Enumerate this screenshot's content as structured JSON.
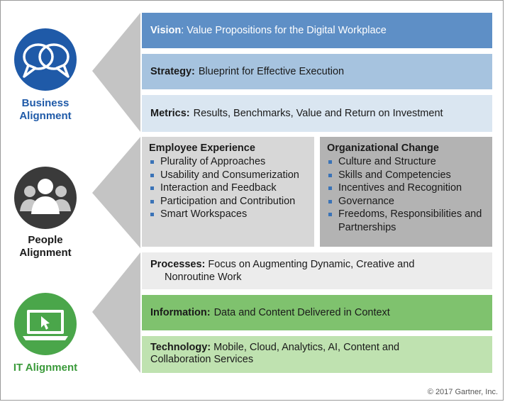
{
  "business": {
    "label_line1": "Business",
    "label_line2": "Alignment",
    "vision": {
      "title": "Vision",
      "text": ": Value Propositions for the Digital Workplace"
    },
    "strategy": {
      "title": "Strategy:",
      "text": "Blueprint for Effective Execution"
    },
    "metrics": {
      "title": "Metrics:",
      "text": "Results, Benchmarks, Value and Return on Investment"
    }
  },
  "people": {
    "label_line1": "People",
    "label_line2": "Alignment",
    "employee_experience": {
      "title": "Employee Experience",
      "items": [
        "Plurality of Approaches",
        "Usability and Consumerization",
        "Interaction and Feedback",
        "Participation and Contribution",
        "Smart Workspaces"
      ]
    },
    "organizational_change": {
      "title": "Organizational Change",
      "items": [
        "Culture and Structure",
        "Skills and Competencies",
        "Incentives and Recognition",
        "Governance",
        "Freedoms, Responsibilities and Partnerships"
      ]
    }
  },
  "it": {
    "label": "IT Alignment",
    "processes": {
      "title": "Processes:",
      "text": "Focus on Augmenting Dynamic, Creative and",
      "text2": "Nonroutine Work"
    },
    "information": {
      "title": "Information:",
      "text": "Data and Content Delivered in Context"
    },
    "technology": {
      "title": "Technology:",
      "text": "Mobile, Cloud, Analytics, AI, Content and",
      "text2": "Collaboration Services"
    }
  },
  "footer": {
    "copyright": "© 2017 Gartner, Inc."
  },
  "colors": {
    "business_blue": "#1f5aa8",
    "people_dark": "#3a3a3a",
    "it_green": "#4aa64a",
    "chevron_gray": "#c4c4c4"
  },
  "icons": {
    "business": "speech-bubbles-icon",
    "people": "people-group-icon",
    "it": "laptop-cursor-icon"
  }
}
